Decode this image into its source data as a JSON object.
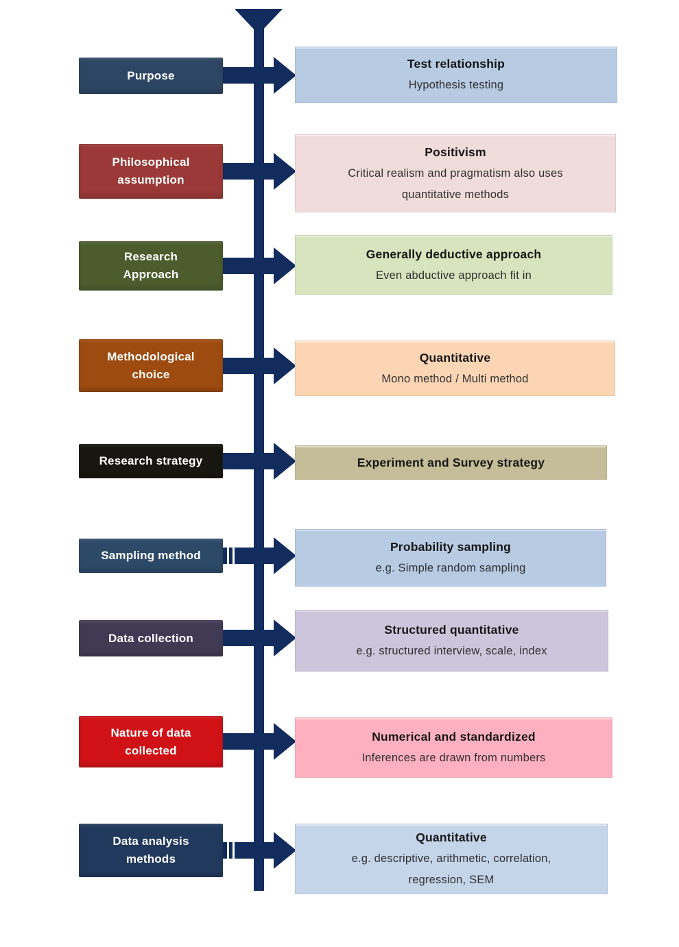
{
  "theme": {
    "background": "#ffffff",
    "line_color": "#122c5e",
    "arrow_color": "#122c5e",
    "label_text_color": "#ffffff",
    "title_text_color": "#161616",
    "body_text_color": "#303030"
  },
  "rows": [
    {
      "label": "Purpose",
      "label_color": "#2d4663",
      "title": "Test relationship",
      "lines": [
        "Hypothesis testing"
      ],
      "detail_color": "#b7cbe3"
    },
    {
      "label": "Philosophical\nassumption",
      "label_color": "#9a3937",
      "title": "Positivism",
      "lines": [
        "Critical realism and pragmatism also uses",
        "quantitative methods"
      ],
      "detail_color": "#f0dcdb"
    },
    {
      "label": "Research\nApproach",
      "label_color": "#4c5c2c",
      "title": "Generally deductive approach",
      "lines": [
        "Even abductive approach fit in"
      ],
      "detail_color": "#d7e4bd"
    },
    {
      "label": "Methodological\nchoice",
      "label_color": "#9e4b10",
      "title": "Quantitative",
      "lines": [
        "Mono method / Multi method"
      ],
      "detail_color": "#fcd5b4"
    },
    {
      "label": "Research strategy",
      "label_color": "#17160f",
      "title": "Experiment and Survey strategy",
      "lines": [],
      "detail_color": "#c4bd97"
    },
    {
      "label": "Sampling method",
      "label_color": "#2c4a68",
      "title": "Probability sampling",
      "lines": [
        "e.g. Simple random sampling"
      ],
      "detail_color": "#b7cbe3"
    },
    {
      "label": "Data collection",
      "label_color": "#403a55",
      "title": "Structured quantitative",
      "lines": [
        "e.g. structured interview, scale, index"
      ],
      "detail_color": "#cdc5db"
    },
    {
      "label": "Nature of data\ncollected",
      "label_color": "#d01217",
      "title": "Numerical and standardized",
      "lines": [
        "Inferences are drawn from numbers"
      ],
      "detail_color": "#ffb0c0"
    },
    {
      "label": "Data analysis\nmethods",
      "label_color": "#21395c",
      "title": "Quantitative",
      "lines": [
        "e.g. descriptive, arithmetic, correlation,",
        "regression, SEM"
      ],
      "detail_color": "#c4d4e9"
    }
  ]
}
